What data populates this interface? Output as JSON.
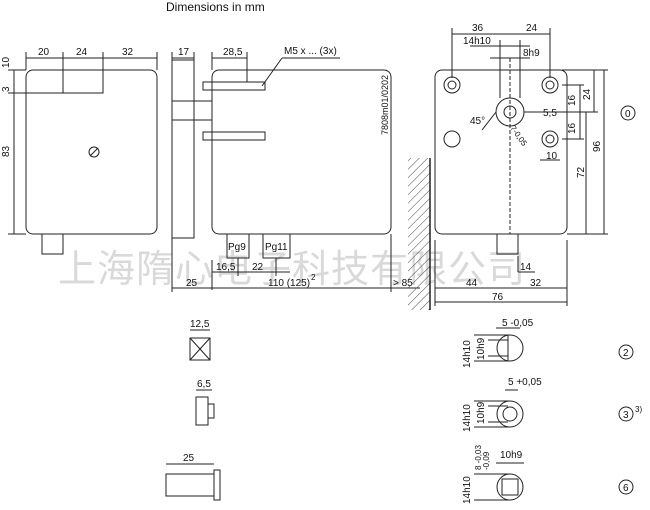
{
  "title": "Dimensions in mm",
  "watermark": "上海隋心电子科技有限公司",
  "drawing_code": "7808m01/0202",
  "thread_note": "M5 x ... (3x)",
  "cable_glands": [
    "Pg9",
    "Pg11"
  ],
  "front_view": {
    "top_dims": [
      "20",
      "24",
      "32"
    ],
    "left_dims": [
      "10",
      "3",
      "83"
    ]
  },
  "side_view": {
    "top_dims": [
      "17",
      "28,5"
    ],
    "bottom_dims": [
      "16,5",
      "22",
      "25",
      "110 (125)",
      "2"
    ]
  },
  "clearance": "> 85",
  "rear_view": {
    "top_dims": [
      "36",
      "24",
      "14h10",
      "8h9"
    ],
    "right_dims": [
      "5,5",
      "16",
      "24",
      "16",
      "10",
      "72",
      "96"
    ],
    "angle": "45°",
    "tol": "7-0,05",
    "bottom_dims": [
      "44",
      "14",
      "32",
      "76"
    ]
  },
  "shaft_variants": [
    {
      "ref": "0"
    },
    {
      "ref": "2",
      "dims": [
        "5 -0,05",
        "14h10",
        "10h9"
      ]
    },
    {
      "ref": "3",
      "sup": "3)",
      "dims": [
        "5 +0,05",
        "14h10",
        "10h9"
      ]
    },
    {
      "ref": "6",
      "dims": [
        "10h9",
        "14h10",
        "8 -0,03",
        "-0,09"
      ]
    }
  ],
  "small_parts": [
    "12,5",
    "6,5",
    "25"
  ]
}
